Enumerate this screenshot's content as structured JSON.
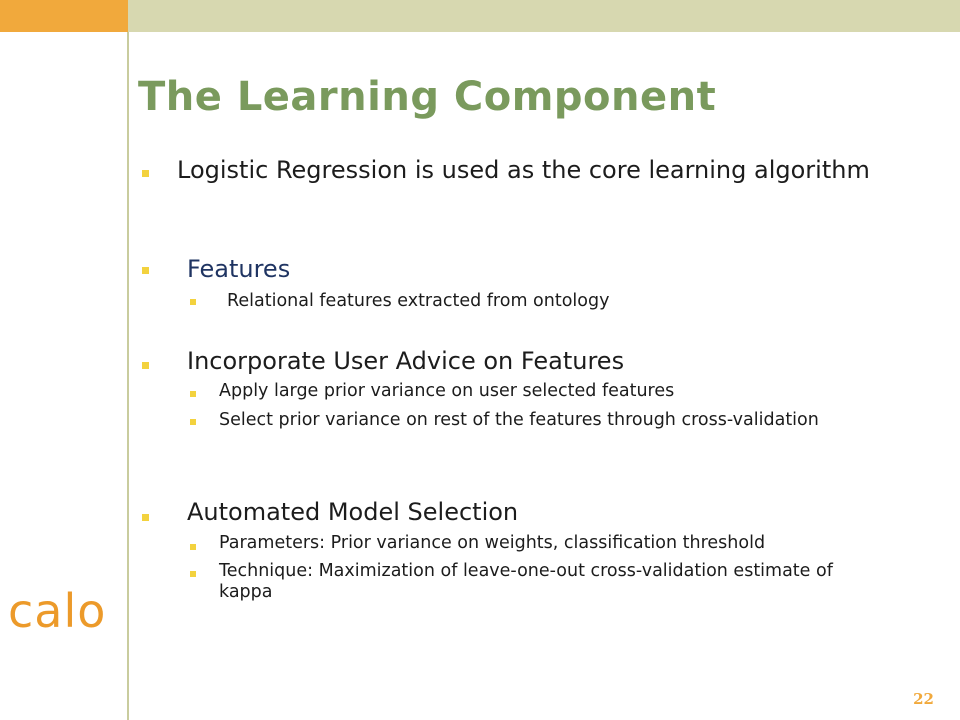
{
  "slide": {
    "title": "The Learning Component",
    "bullets": [
      {
        "text": "Logistic Regression is used as the core learning algorithm",
        "sub": []
      },
      {
        "text": "Features",
        "sub": [
          "Relational features extracted from ontology"
        ]
      },
      {
        "text": "Incorporate User Advice on Features",
        "sub": [
          "Apply large prior variance on user selected features",
          "Select prior variance on rest of the features through cross-validation"
        ]
      },
      {
        "text": "Automated Model Selection",
        "sub": [
          "Parameters: Prior variance on weights, classification threshold",
          "Technique: Maximization of leave-one-out cross-validation estimate of kappa"
        ]
      }
    ],
    "logo_text": "calo",
    "page_number": "22"
  },
  "colors": {
    "title": "#7a9a5d",
    "accent_orange": "#f1a93c",
    "band_olive": "#d7d8b0",
    "bullet_yellow": "#f3d23e",
    "features_blue": "#1f3462"
  }
}
